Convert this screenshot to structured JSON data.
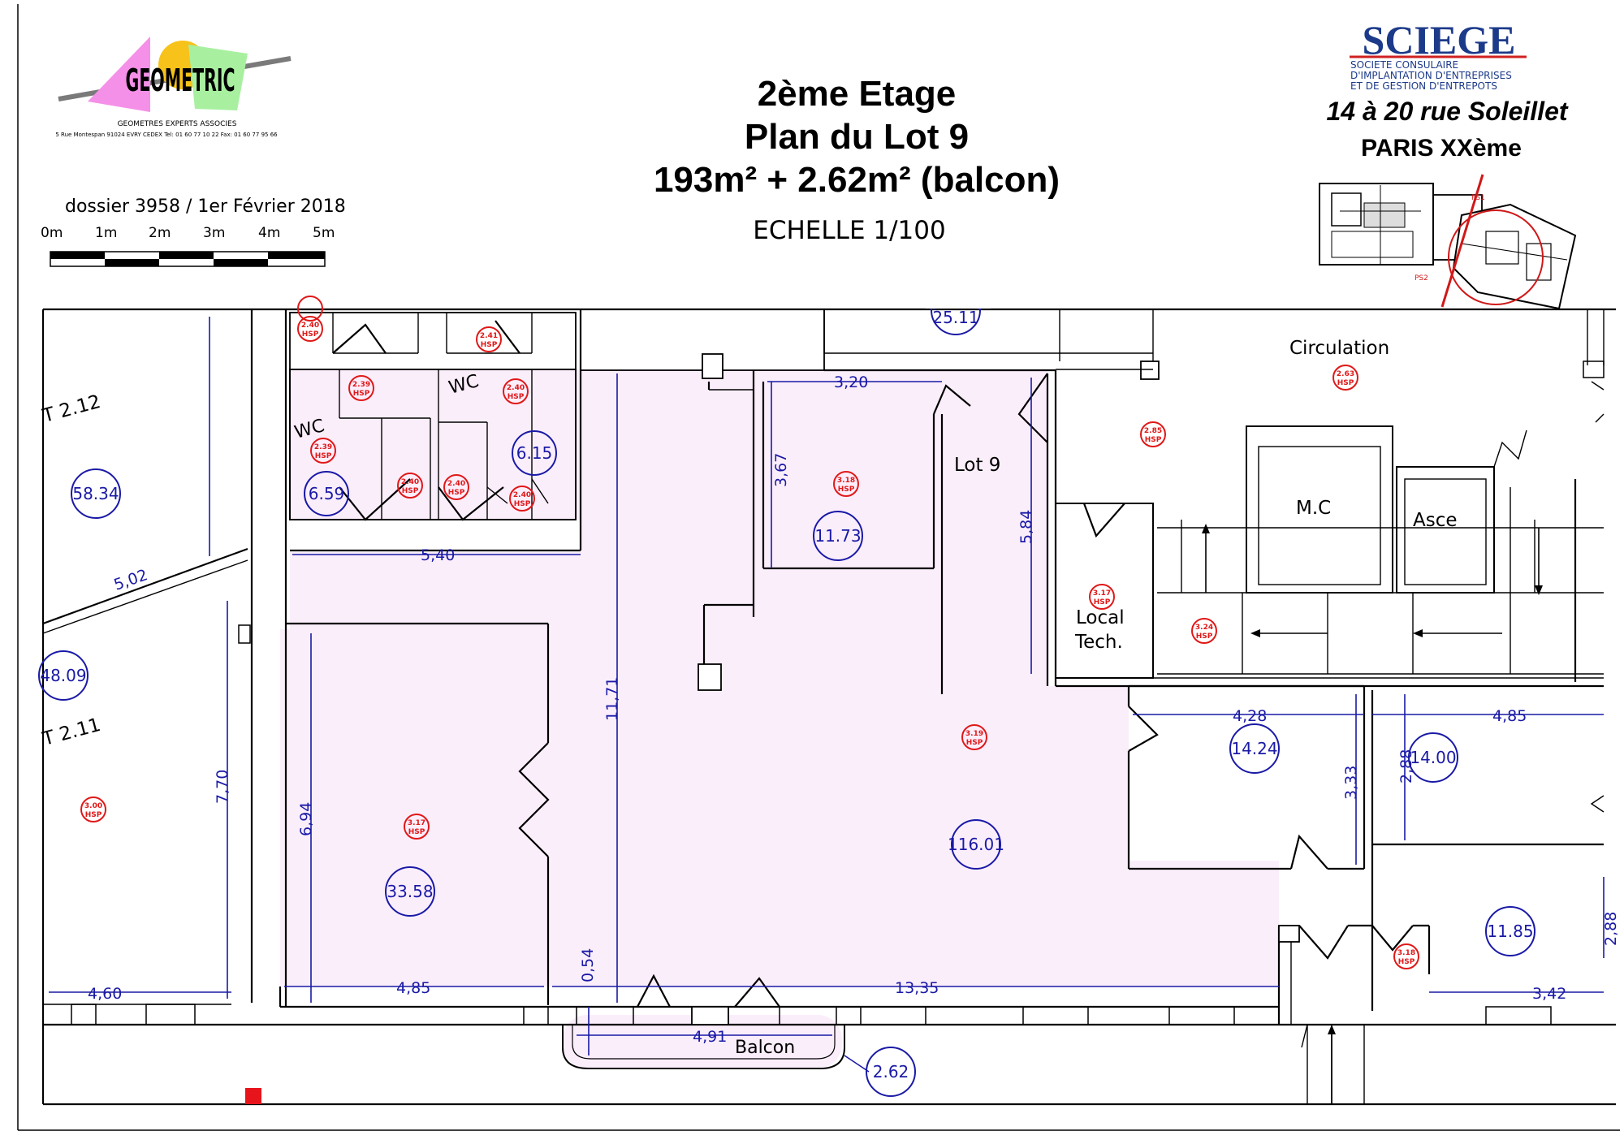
{
  "title": {
    "line1": "2ème Etage",
    "line2": "Plan du Lot 9",
    "line3": "193m² + 2.62m² (balcon)",
    "scale": "ECHELLE 1/100"
  },
  "logo_left": {
    "name": "GEOMETRIC",
    "subtitle": "GEOMETRES EXPERTS ASSOCIES",
    "address": "5 Rue Montespan 91024 EVRY CEDEX  Tel: 01 60 77 10 22 Fax: 01 60 77 95 66"
  },
  "dossier": "dossier 3958 /  1er Février 2018",
  "scale_bar": {
    "ticks": [
      "0m",
      "1m",
      "2m",
      "3m",
      "4m",
      "5m"
    ]
  },
  "logo_right": {
    "name": "SCIEGE",
    "sub1": "SOCIETE CONSULAIRE",
    "sub2": "D'IMPLANTATION D'ENTREPRISES",
    "sub3": "ET DE GESTION D'ENTREPOTS",
    "address": "14 à 20  rue Soleillet",
    "city": "PARIS XXème"
  },
  "keyplan": {
    "label_ps1": "PS1",
    "label_ps2": "PS2"
  },
  "colors": {
    "highlight": "#fbeefb",
    "dimension": "#1a1aa6",
    "hsp": "#e01818",
    "marker": "#e8141c"
  },
  "room_labels": {
    "t212": "T 2.12",
    "t211": "T 2.11",
    "wc1": "WC",
    "wc2": "WC",
    "lot9": "Lot 9",
    "circulation": "Circulation",
    "mc": "M.C",
    "asce": "Asce",
    "local1": "Local",
    "local2": "Tech.",
    "balcon": "Balcon"
  },
  "areas": {
    "a5834": "58.34",
    "a4809": "48.09",
    "a659": "6.59",
    "a615": "6.15",
    "a1173": "11.73",
    "a2511": "25.11",
    "a3358": "33.58",
    "a11601": "116.01",
    "a1424": "14.24",
    "a1400": "14.00",
    "a1185": "11.85",
    "a262": "2.62"
  },
  "dimensions": {
    "d502": "5,02",
    "d540": "5,40",
    "d320": "3,20",
    "d367": "3,67",
    "d584": "5,84",
    "d1171": "11,71",
    "d694": "6,94",
    "d770": "7,70",
    "d460": "4,60",
    "d485a": "4,85",
    "d054": "0,54",
    "d1335": "13,35",
    "d491": "4,91",
    "d428": "4,28",
    "d333": "3,33",
    "d485b": "4,85",
    "d288a": "2,88",
    "d288b": "2,88",
    "d342": "3,42"
  },
  "hsp": {
    "h1": {
      "v": "2.40",
      "u": "HSP"
    },
    "h2": {
      "v": "2.41",
      "u": "HSP"
    },
    "h3": {
      "v": "2.39",
      "u": "HSP"
    },
    "h4": {
      "v": "2.40",
      "u": "HSP"
    },
    "h5": {
      "v": "2.39",
      "u": "HSP"
    },
    "h6": {
      "v": "2.40",
      "u": "HSP"
    },
    "h7": {
      "v": "2.40",
      "u": "HSP"
    },
    "h8": {
      "v": "2.40",
      "u": "HSP"
    },
    "h9": {
      "v": "3.18",
      "u": "HSP"
    },
    "h10": {
      "v": "2.85",
      "u": "HSP"
    },
    "h11": {
      "v": "2.63",
      "u": "HSP"
    },
    "h12": {
      "v": "3.17",
      "u": "HSP"
    },
    "h13": {
      "v": "3.24",
      "u": "HSP"
    },
    "h14": {
      "v": "3.19",
      "u": "HSP"
    },
    "h15": {
      "v": "3.17",
      "u": "HSP"
    },
    "h16": {
      "v": "3.00",
      "u": "HSP"
    },
    "h17": {
      "v": "3.18",
      "u": "HSP"
    }
  }
}
